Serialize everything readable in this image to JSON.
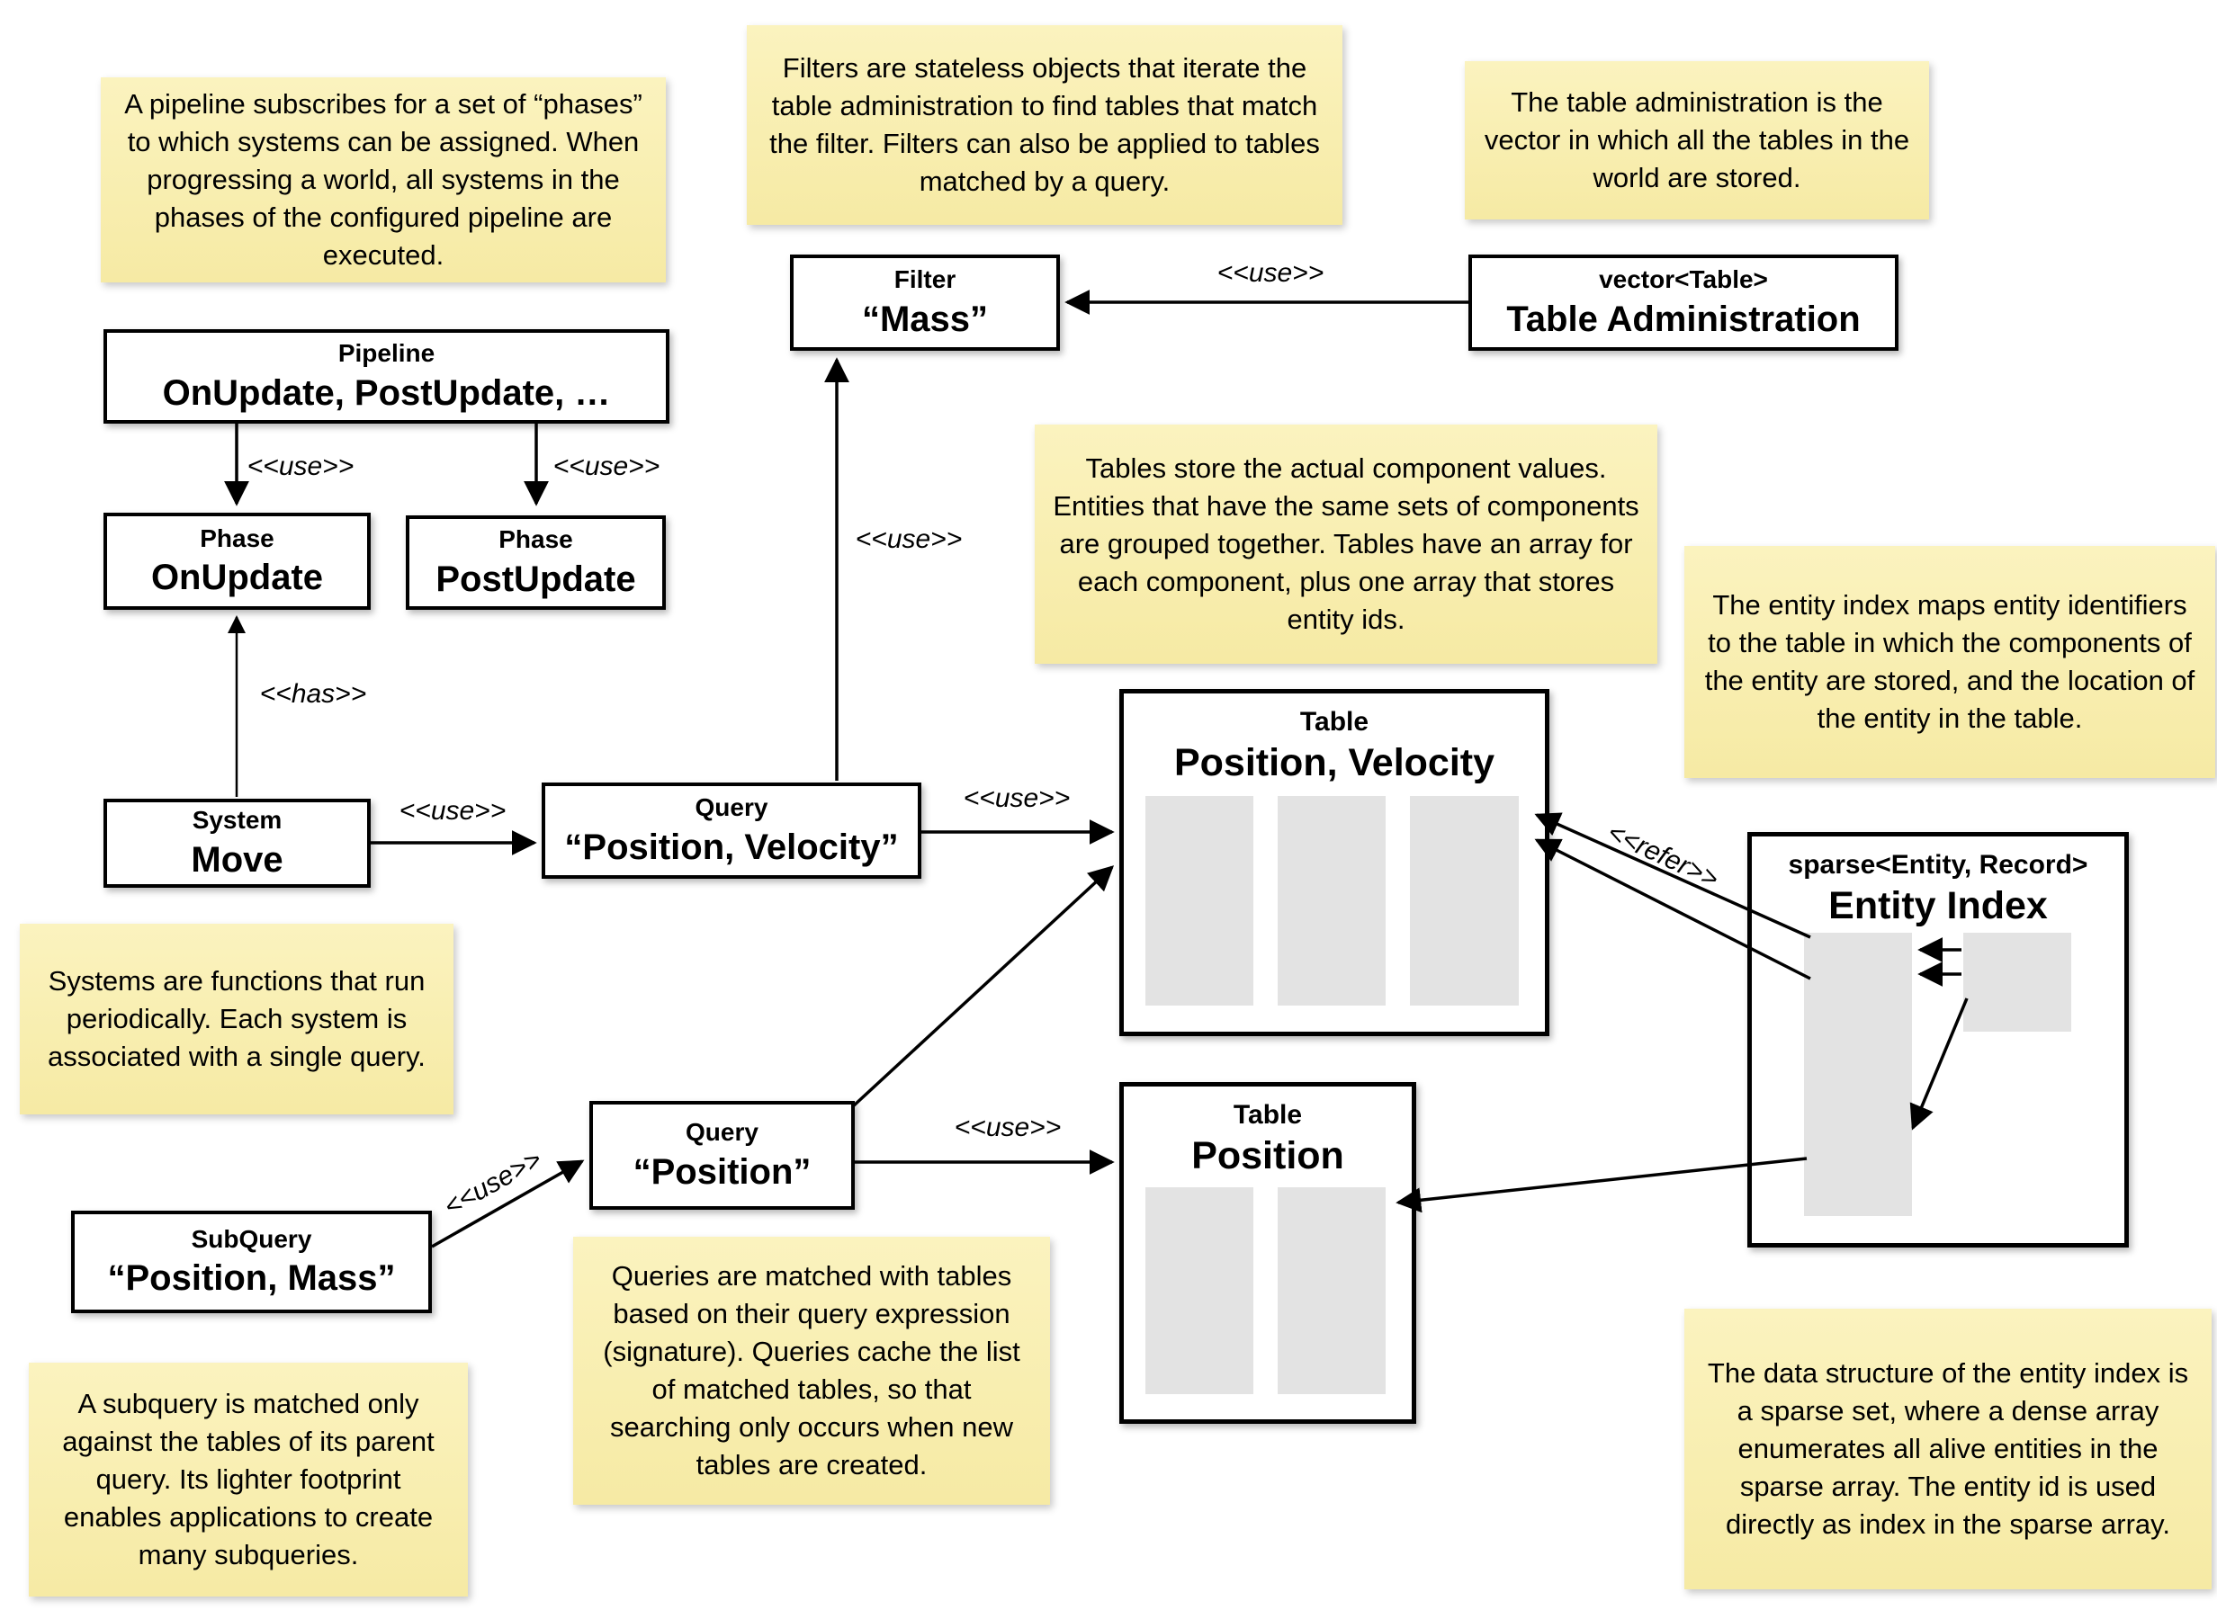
{
  "labels": {
    "use": "<<use>>",
    "has": "<<has>>",
    "refer": "<<refer>>"
  },
  "boxes": {
    "pipeline": {
      "stereotype": "Pipeline",
      "name": "OnUpdate, PostUpdate, …"
    },
    "phase_onupdate": {
      "stereotype": "Phase",
      "name": "OnUpdate"
    },
    "phase_postupdate": {
      "stereotype": "Phase",
      "name": "PostUpdate"
    },
    "system_move": {
      "stereotype": "System",
      "name": "Move"
    },
    "query_position_velocity": {
      "stereotype": "Query",
      "name": "“Position, Velocity”"
    },
    "filter_mass": {
      "stereotype": "Filter",
      "name": "“Mass”"
    },
    "table_administration": {
      "stereotype": "vector<Table>",
      "name": "Table Administration"
    },
    "table_position_velocity": {
      "stereotype": "Table",
      "name": "Position, Velocity"
    },
    "table_position": {
      "stereotype": "Table",
      "name": "Position"
    },
    "entity_index": {
      "stereotype": "sparse<Entity, Record>",
      "name": "Entity Index"
    },
    "query_position": {
      "stereotype": "Query",
      "name": "“Position”"
    },
    "subquery_position_mass": {
      "stereotype": "SubQuery",
      "name": "“Position, Mass”"
    }
  },
  "notes": {
    "pipeline_note": "A pipeline subscribes for a set of “phases” to which systems can be assigned. When progressing a world, all systems in the phases of the configured pipeline are executed.",
    "filter_note": "Filters are stateless objects that iterate the table administration to find tables that match the filter. Filters can also be applied to tables matched by a query.",
    "table_admin_note": "The table administration is the vector in which all the tables in the world are stored.",
    "table_note": "Tables store the actual component values. Entities that have the same sets of components are grouped together. Tables have an array for each component, plus one array that stores entity ids.",
    "entity_index_note": "The entity index maps entity identifiers to the table in which the components of the entity are stored, and the location of the entity in the table.",
    "system_note": "Systems are functions that run periodically. Each system is associated with a single query.",
    "query_note": "Queries are matched with tables based on their query expression (signature). Queries cache the list of matched tables, so that searching only occurs when new tables are created.",
    "subquery_note": "A subquery is matched only against the tables of its parent query. Its lighter footprint enables applications to create many subqueries.",
    "sparse_set_note": "The data structure of the entity index is a sparse set, where a dense array enumerates all alive entities in the sparse array. The entity id is used directly as index in the sparse array."
  },
  "colors": {
    "note_bg": "#FBF3BF",
    "note_bg_bottom": "#F6EAA4",
    "box_border": "#000000",
    "array_fill": "#E3E3E3"
  }
}
